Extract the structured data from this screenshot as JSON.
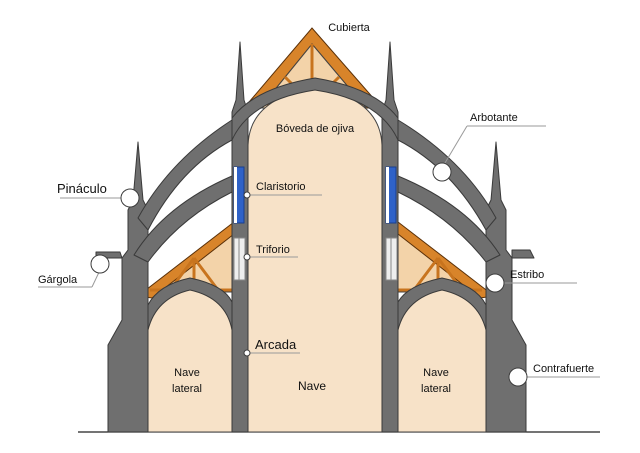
{
  "labels": {
    "cubierta": "Cubierta",
    "boveda": "Bóveda de ojiva",
    "arbotante": "Arbotante",
    "pinaculo": "Pináculo",
    "claristorio": "Claristorio",
    "triforio": "Triforio",
    "gargola": "Gárgola",
    "estribo": "Estribo",
    "arcada": "Arcada",
    "nave": "Nave",
    "nave_lateral_left_1": "Nave",
    "nave_lateral_left_2": "lateral",
    "nave_lateral_right_1": "Nave",
    "nave_lateral_right_2": "lateral",
    "contrafuerte": "Contrafuerte"
  },
  "colors": {
    "stone": "#6f6f6f",
    "interior": "#f7e2c8",
    "roof_truss": "#d8842a",
    "clerestory_glass": "#2f62c8"
  }
}
